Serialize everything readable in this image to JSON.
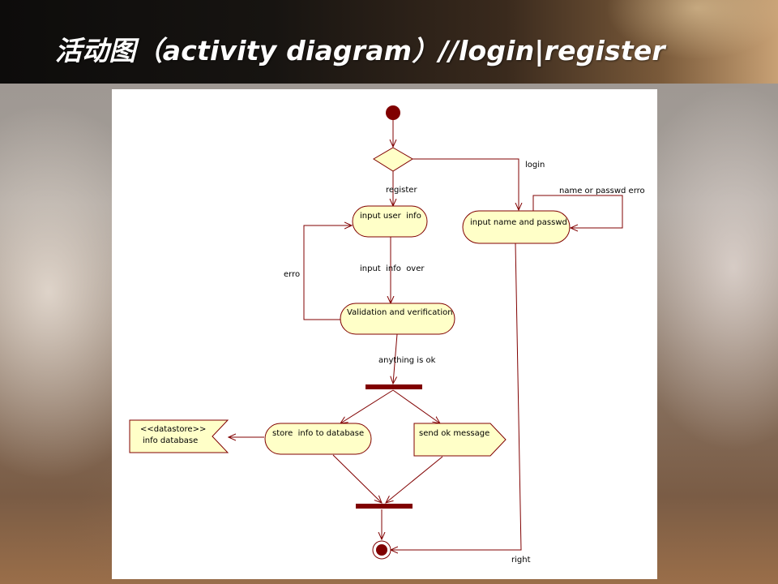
{
  "title": "活动图（activity diagram）//login|register",
  "colors": {
    "node_fill": "#ffffc8",
    "line": "#800000",
    "node_stroke": "#800000",
    "bar": "#800000"
  },
  "nodes": {
    "input_user_info": "input user  info",
    "validation": "Validation and verification",
    "store_info": "store  info to database",
    "send_ok": "send ok message",
    "datastore_stereotype": "<<datastore>>",
    "datastore_name": "info database",
    "input_name_passwd": "input name and passwd"
  },
  "labels": {
    "register": "register",
    "login": "login",
    "name_passwd_erro": "name or passwd erro",
    "input_info_over": "input  info  over",
    "erro": "erro",
    "anything_ok": "anything is ok",
    "right": "right"
  }
}
